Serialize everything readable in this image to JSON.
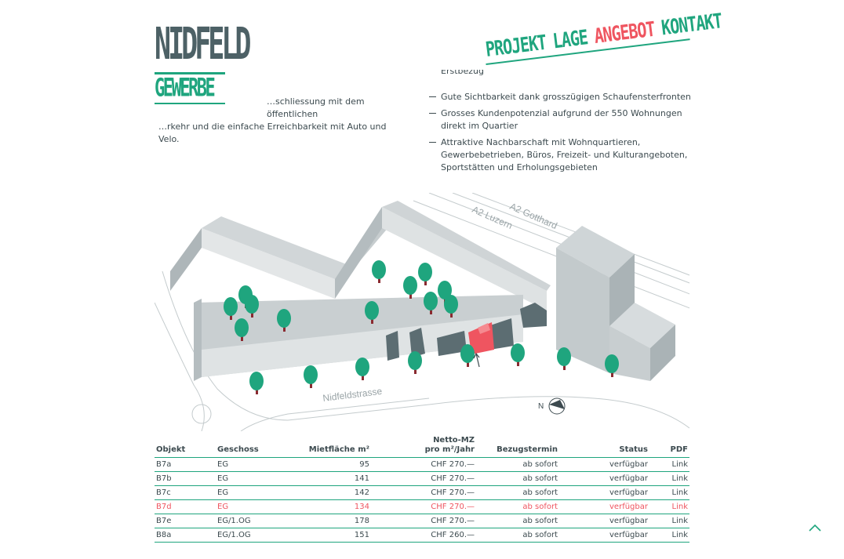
{
  "logo": {
    "line1": "NIDFELD",
    "line2": "GEWERBE"
  },
  "nav": [
    {
      "label": "PROJEKT",
      "active": false
    },
    {
      "label": "LAGE",
      "active": false
    },
    {
      "label": "ANGEBOT",
      "active": true
    },
    {
      "label": "KONTAKT",
      "active": false
    }
  ],
  "left_text": {
    "line1": "…schliessung mit dem öffentlichen",
    "line2": "…rkehr und die einfache Erreichbarkeit mit Auto und Velo."
  },
  "bullets": {
    "cut": "Erstbezug",
    "items": [
      "Gute Sichtbarkeit dank grosszügigen Schaufensterfronten",
      "Grosses Kundenpotenzial aufgrund der 550 Wohnungen direkt im Quartier",
      "Attraktive Nachbarschaft mit Wohnquartieren, Gewerbebetrieben, Büros, Freizeit- und Kulturangeboten, Sportstätten und Erholungsgebieten"
    ]
  },
  "map": {
    "road_luzern": "A2 Luzern",
    "road_gotthard": "A2 Gotthard",
    "street": "Nidfeldstrasse",
    "north": "N"
  },
  "table": {
    "headers": {
      "objekt": "Objekt",
      "geschoss": "Geschoss",
      "flaeche": "Mietfläche m²",
      "netto1": "Netto-MZ",
      "netto2": "pro m²/Jahr",
      "bezug": "Bezugstermin",
      "status": "Status",
      "pdf": "PDF"
    },
    "rows": [
      {
        "objekt": "B7a",
        "geschoss": "EG",
        "flaeche": "95",
        "netto": "CHF 270.—",
        "bezug": "ab sofort",
        "status": "verfügbar",
        "pdf": "Link",
        "highlight": false
      },
      {
        "objekt": "B7b",
        "geschoss": "EG",
        "flaeche": "141",
        "netto": "CHF 270.—",
        "bezug": "ab sofort",
        "status": "verfügbar",
        "pdf": "Link",
        "highlight": false
      },
      {
        "objekt": "B7c",
        "geschoss": "EG",
        "flaeche": "142",
        "netto": "CHF 270.—",
        "bezug": "ab sofort",
        "status": "verfügbar",
        "pdf": "Link",
        "highlight": false
      },
      {
        "objekt": "B7d",
        "geschoss": "EG",
        "flaeche": "134",
        "netto": "CHF 270.—",
        "bezug": "ab sofort",
        "status": "verfügbar",
        "pdf": "Link",
        "highlight": true
      },
      {
        "objekt": "B7e",
        "geschoss": "EG/1.OG",
        "flaeche": "178",
        "netto": "CHF 270.—",
        "bezug": "ab sofort",
        "status": "verfügbar",
        "pdf": "Link",
        "highlight": false
      },
      {
        "objekt": "B8a",
        "geschoss": "EG/1.OG",
        "flaeche": "151",
        "netto": "CHF 260.—",
        "bezug": "ab sofort",
        "status": "verfügbar",
        "pdf": "Link",
        "highlight": false
      }
    ]
  },
  "colors": {
    "green": "#1fa57e",
    "red": "#ef5560",
    "dark": "#4d6166"
  },
  "icons": {
    "back_to_top": "chevron-up-icon"
  }
}
